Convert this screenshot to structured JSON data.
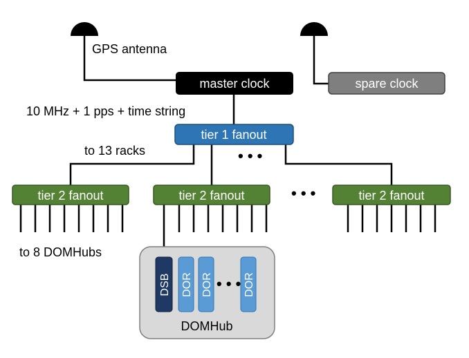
{
  "labels": {
    "gps_antenna": "GPS antenna",
    "signal": "10 MHz + 1 pps + time string",
    "to_racks": "to 13 racks",
    "to_domhubs": "to 8 DOMHubs",
    "ellipsis": "• • •"
  },
  "boxes": {
    "master_clock": "master clock",
    "spare_clock": "spare clock",
    "tier1": "tier 1 fanout",
    "tier2": "tier 2 fanout",
    "domhub": "DOMHub",
    "dsb": "DSB",
    "dor": "DOR"
  },
  "colors": {
    "master": "#000000",
    "spare": "#7f7f7f",
    "tier1": "#2e75b6",
    "tier2": "#548235",
    "tier2_border": "#385723",
    "domhub_bg": "#d9d9d9",
    "dsb": "#1f3864",
    "dor": "#5b9bd5"
  }
}
